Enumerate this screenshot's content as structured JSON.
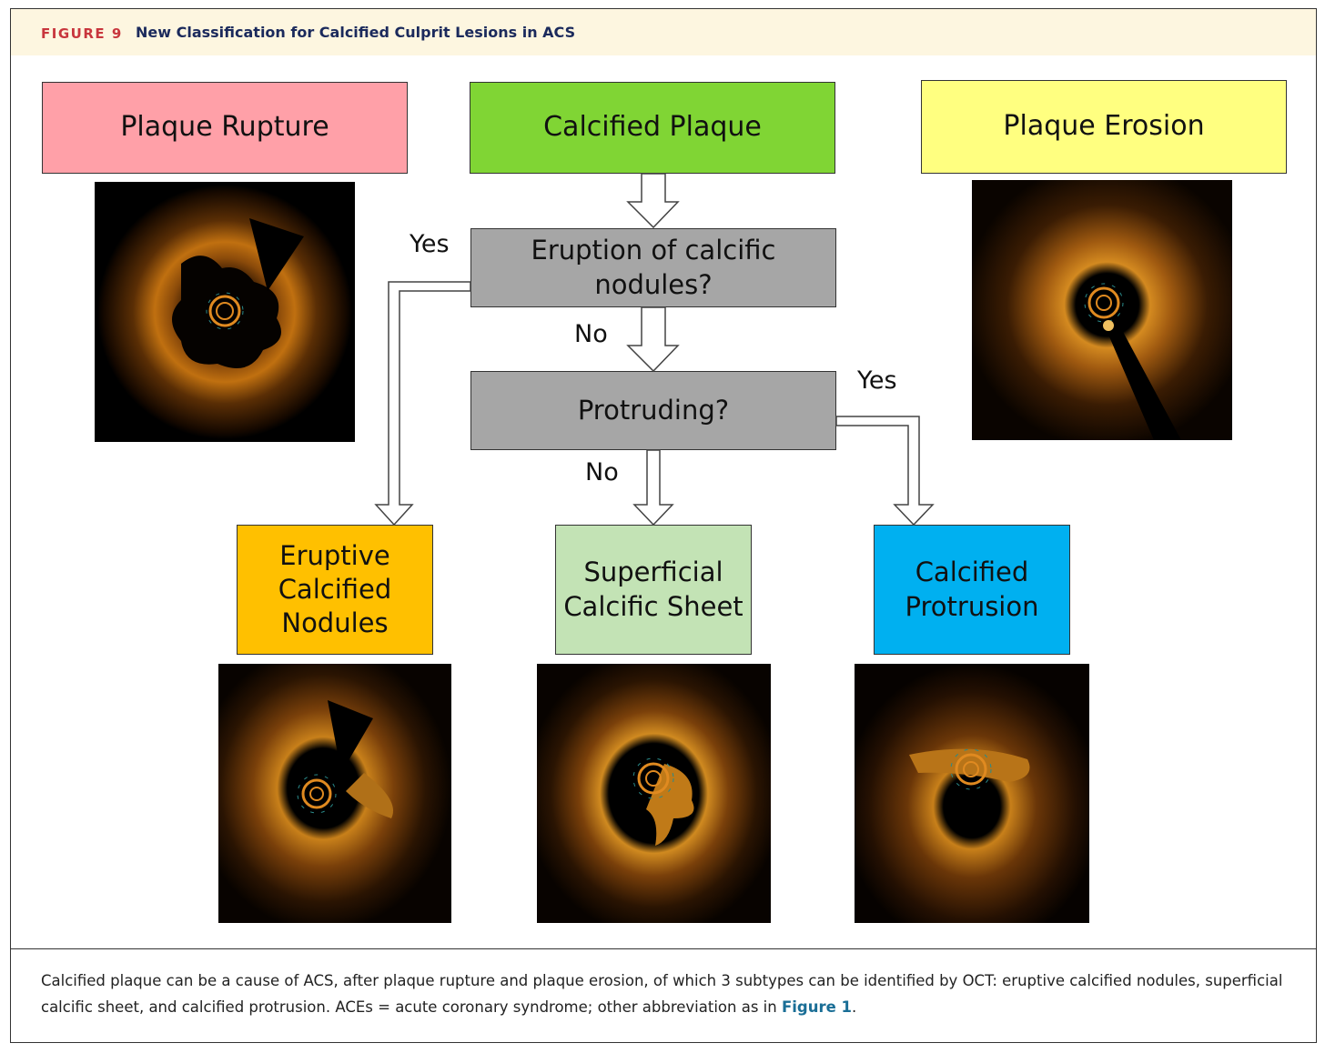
{
  "figure": {
    "label": "FIGURE 9",
    "title": "New Classification for Calcified Culprit Lesions in ACS"
  },
  "boxes": {
    "plaque_rupture": "Plaque Rupture",
    "calcified_plaque": "Calcified Plaque",
    "plaque_erosion": "Plaque Erosion",
    "eruption_question": "Eruption of calcific nodules?",
    "protruding_question": "Protruding?",
    "eruptive_nodules": "Eruptive Calcified Nodules",
    "superficial_sheet": "Superficial Calcific Sheet",
    "calcified_protrusion": "Calcified Protrusion"
  },
  "edge_labels": {
    "eruption_yes": "Yes",
    "eruption_no": "No",
    "protruding_yes": "Yes",
    "protruding_no": "No"
  },
  "colors": {
    "plaque_rupture": "#ffa0a8",
    "calcified_plaque": "#80d534",
    "plaque_erosion": "#ffff80",
    "question": "#a6a6a6",
    "eruptive_nodules": "#ffc000",
    "superficial_sheet": "#c3e3b5",
    "calcified_protrusion": "#00b0f0",
    "figure_label": "#c8363d",
    "figure_title": "#1b2a5c",
    "link": "#1a6e96"
  },
  "caption": {
    "text": "Calcified plaque can be a cause of ACS, after plaque rupture and plaque erosion, of which 3 subtypes can be identified by OCT: eruptive calcified nodules, superficial calcific sheet, and calcified protrusion. ACEs = acute coronary syndrome; other abbreviation as in",
    "link": "Figure 1",
    "end": "."
  }
}
